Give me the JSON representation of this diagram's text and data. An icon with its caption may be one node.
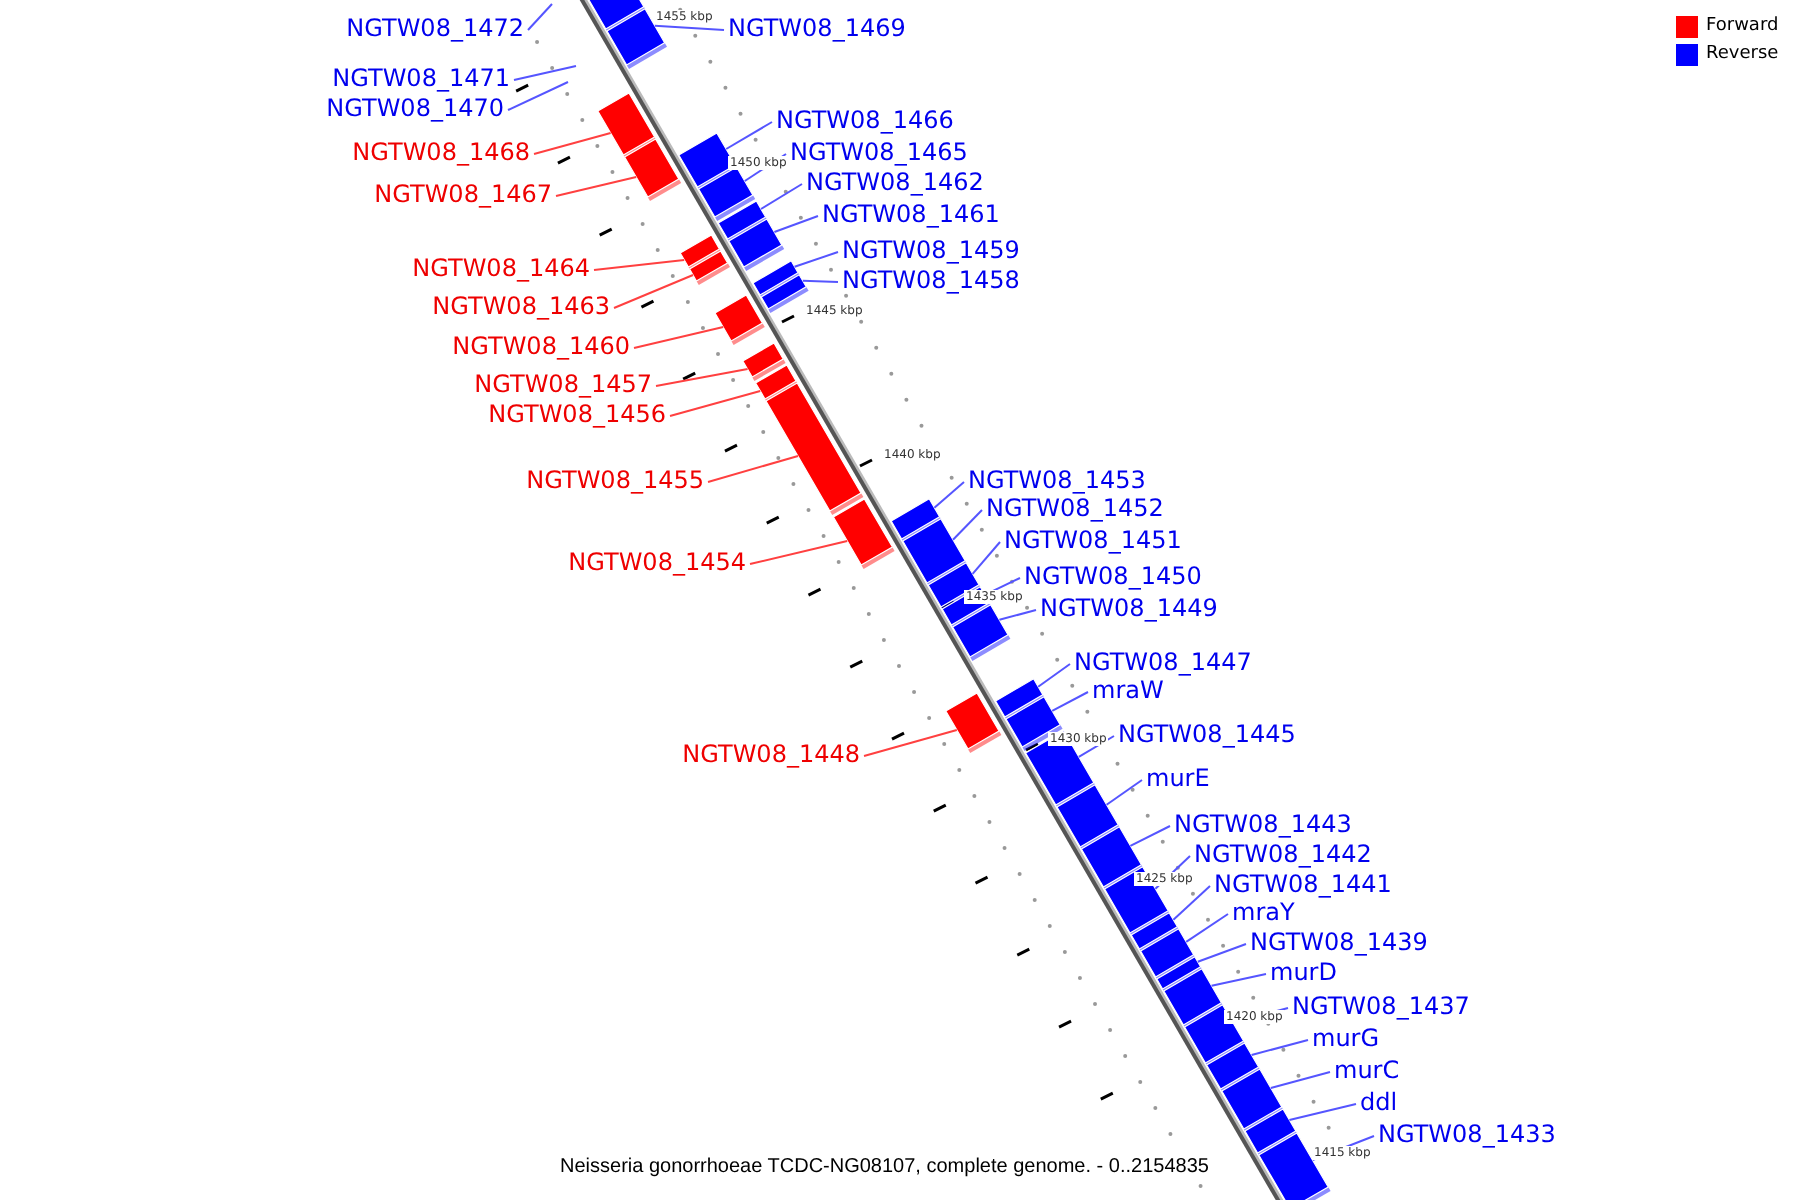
{
  "diagram": {
    "caption": "Neisseria gonorrhoeae TCDC-NG08107, complete genome. - 0..2154835",
    "nodes": [
      {
        "text": [
          "NGTW08_1472"
        ]
      },
      {
        "text": [
          "NGTW08_1471"
        ]
      },
      {
        "text": [
          "NGTW08_1470"
        ]
      },
      {
        "text": [],
        "shape": "bar"
      },
      {
        "text": [
          "NGTW08_1469"
        ]
      },
      {
        "text": [],
        "shape": "bar"
      },
      {
        "text": [
          "NGTW08_1468"
        ]
      },
      {
        "text": [],
        "shape": "bar"
      },
      {
        "text": [
          "NGTW08_1467"
        ]
      },
      {
        "text": [],
        "shape": "bar"
      },
      {
        "text": [
          "NGTW08_1466"
        ]
      },
      {
        "text": [],
        "shape": "bar"
      },
      {
        "text": [
          "NGTW08_1465"
        ]
      },
      {
        "text": [],
        "shape": "bar"
      },
      {
        "text": [
          "NGTW08_1462"
        ]
      },
      {
        "text": [],
        "shape": "bar"
      },
      {
        "text": [
          "NGTW08_1461"
        ]
      },
      {
        "text": [],
        "shape": "bar"
      },
      {
        "text": [
          "NGTW08_1464"
        ]
      },
      {
        "text": [],
        "shape": "bar"
      },
      {
        "text": [
          "NGTW08_1463"
        ]
      },
      {
        "text": [],
        "shape": "bar"
      },
      {
        "text": [
          "NGTW08_1459"
        ]
      },
      {
        "text": [],
        "shape": "bar"
      },
      {
        "text": [
          "NGTW08_1458"
        ]
      },
      {
        "text": [],
        "shape": "bar"
      },
      {
        "text": [
          "NGTW08_1460"
        ]
      },
      {
        "text": [],
        "shape": "bar"
      },
      {
        "text": [
          "NGTW08_1457"
        ]
      },
      {
        "text": [],
        "shape": "bar"
      },
      {
        "text": [
          "NGTW08_1456"
        ]
      },
      {
        "text": [],
        "shape": "bar"
      },
      {
        "text": [
          "NGTW08_1455"
        ]
      },
      {
        "text": [],
        "shape": "bar"
      },
      {
        "text": [
          "NGTW08_1453"
        ]
      },
      {
        "text": [],
        "shape": "bar"
      },
      {
        "text": [
          "NGTW08_1454"
        ]
      },
      {
        "text": [],
        "shape": "bar"
      },
      {
        "text": [
          "NGTW08_1452"
        ]
      },
      {
        "text": [],
        "shape": "bar"
      },
      {
        "text": [
          "NGTW08_1451"
        ]
      },
      {
        "text": [],
        "shape": "bar"
      },
      {
        "text": [
          "NGTW08_1450"
        ]
      },
      {
        "text": [],
        "shape": "bar"
      },
      {
        "text": [
          "NGTW08_1449"
        ]
      },
      {
        "text": [],
        "shape": "bar"
      },
      {
        "text": [
          "NGTW08_1447"
        ]
      },
      {
        "text": [],
        "shape": "bar"
      },
      {
        "text": [
          "mraW"
        ]
      },
      {
        "text": [],
        "shape": "bar"
      },
      {
        "text": [
          "NGTW08_1448"
        ]
      },
      {
        "text": [],
        "shape": "bar"
      },
      {
        "text": [
          "NGTW08_1445"
        ]
      },
      {
        "text": [],
        "shape": "bar"
      },
      {
        "text": [
          "murE"
        ]
      },
      {
        "text": [],
        "shape": "bar"
      },
      {
        "text": [
          "NGTW08_1443"
        ]
      },
      {
        "text": [],
        "shape": "bar"
      },
      {
        "text": [
          "NGTW08_1442"
        ]
      },
      {
        "text": [],
        "shape": "bar"
      },
      {
        "text": [
          "NGTW08_1441"
        ]
      },
      {
        "text": [],
        "shape": "bar"
      },
      {
        "text": [
          "mraY"
        ]
      },
      {
        "text": [],
        "shape": "bar"
      },
      {
        "text": [
          "NGTW08_1439"
        ]
      },
      {
        "text": [],
        "shape": "bar"
      },
      {
        "text": [
          "murD"
        ]
      },
      {
        "text": [],
        "shape": "bar"
      },
      {
        "text": [
          "NGTW08_1437"
        ]
      },
      {
        "text": [],
        "shape": "bar"
      },
      {
        "text": [
          "murG"
        ]
      },
      {
        "text": [],
        "shape": "bar"
      },
      {
        "text": [
          "murC"
        ]
      },
      {
        "text": [],
        "shape": "bar"
      },
      {
        "text": [
          "ddl"
        ]
      },
      {
        "text": [],
        "shape": "bar"
      },
      {
        "text": [
          "NGTW08_1433"
        ]
      },
      {
        "text": [],
        "shape": "bar"
      }
    ],
    "edges": [
      {
        "from": 0,
        "to": null,
        "arrow": "none"
      },
      {
        "from": 1,
        "to": null,
        "arrow": "none"
      },
      {
        "from": 2,
        "to": null,
        "arrow": "none"
      },
      {
        "from": 4,
        "to": 5,
        "arrow": "none"
      },
      {
        "from": 6,
        "to": 7,
        "arrow": "none",
        "color": "#ff4040"
      },
      {
        "from": 8,
        "to": 9,
        "arrow": "none",
        "color": "#ff4040"
      },
      {
        "from": 10,
        "to": 11,
        "arrow": "none"
      },
      {
        "from": 12,
        "to": 13,
        "arrow": "none"
      },
      {
        "from": 14,
        "to": 15,
        "arrow": "none"
      },
      {
        "from": 16,
        "to": 17,
        "arrow": "none"
      },
      {
        "from": 18,
        "to": 19,
        "arrow": "none",
        "color": "#ff4040"
      },
      {
        "from": 20,
        "to": 21,
        "arrow": "none",
        "color": "#ff4040"
      },
      {
        "from": 22,
        "to": 23,
        "arrow": "none"
      },
      {
        "from": 24,
        "to": 25,
        "arrow": "none"
      },
      {
        "from": 26,
        "to": 27,
        "arrow": "none",
        "color": "#ff4040"
      },
      {
        "from": 28,
        "to": 29,
        "arrow": "none",
        "color": "#ff4040"
      },
      {
        "from": 30,
        "to": 31,
        "arrow": "none",
        "color": "#ff4040"
      },
      {
        "from": 32,
        "to": 33,
        "arrow": "none",
        "color": "#ff4040"
      },
      {
        "from": 34,
        "to": 35,
        "arrow": "none"
      },
      {
        "from": 36,
        "to": 37,
        "arrow": "none",
        "color": "#ff4040"
      },
      {
        "from": 38,
        "to": 39,
        "arrow": "none"
      },
      {
        "from": 40,
        "to": 41,
        "arrow": "none"
      },
      {
        "from": 42,
        "to": 43,
        "arrow": "none"
      },
      {
        "from": 44,
        "to": 45,
        "arrow": "none"
      },
      {
        "from": 46,
        "to": 47,
        "arrow": "none"
      },
      {
        "from": 48,
        "to": 49,
        "arrow": "none"
      },
      {
        "from": 50,
        "to": 51,
        "arrow": "none",
        "color": "#ff4040"
      },
      {
        "from": 52,
        "to": 53,
        "arrow": "none"
      },
      {
        "from": 54,
        "to": 55,
        "arrow": "none"
      },
      {
        "from": 56,
        "to": 57,
        "arrow": "none"
      },
      {
        "from": 58,
        "to": 59,
        "arrow": "none"
      },
      {
        "from": 60,
        "to": 61,
        "arrow": "none"
      },
      {
        "from": 62,
        "to": 63,
        "arrow": "none"
      },
      {
        "from": 64,
        "to": 65,
        "arrow": "none"
      },
      {
        "from": 66,
        "to": 67,
        "arrow": "none"
      },
      {
        "from": 68,
        "to": 69,
        "arrow": "none"
      },
      {
        "from": 70,
        "to": 71,
        "arrow": "none"
      },
      {
        "from": 72,
        "to": 73,
        "arrow": "none"
      },
      {
        "from": 74,
        "to": 75,
        "arrow": "none"
      },
      {
        "from": 76,
        "to": 77,
        "arrow": "none"
      }
    ],
    "labels": [
      "1455 kbp",
      "1450 kbp",
      "1445 kbp",
      "1440 kbp",
      "1435 kbp",
      "1430 kbp",
      "1425 kbp",
      "1420 kbp",
      "1415 kbp"
    ],
    "legend": [
      {
        "text": "Forward",
        "color": "#ff0000"
      },
      {
        "text": "Reverse",
        "color": "#0000ff"
      }
    ]
  }
}
